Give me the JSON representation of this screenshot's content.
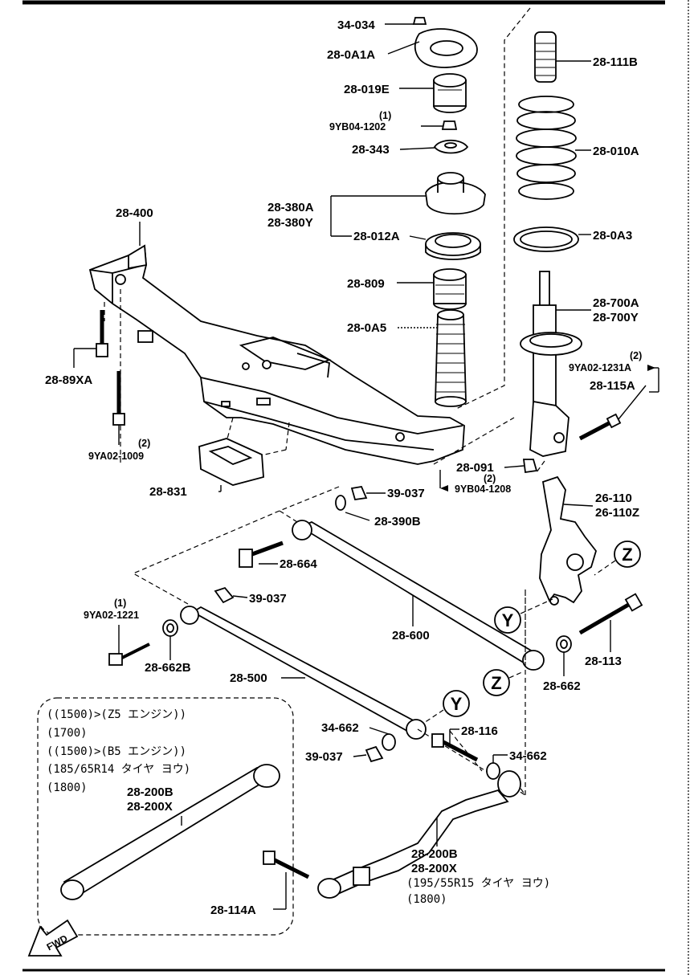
{
  "labels": {
    "p34_034": "34-034",
    "p28_0A1A": "28-0A1A",
    "p28_019E": "28-019E",
    "p9YB04_1202_qty": "(1)",
    "p9YB04_1202": "9YB04-1202",
    "p28_343": "28-343",
    "p28_380A": "28-380A",
    "p28_380Y": "28-380Y",
    "p28_012A": "28-012A",
    "p28_809": "28-809",
    "p28_0A5": "28-0A5",
    "p28_111B": "28-111B",
    "p28_010A": "28-010A",
    "p28_0A3": "28-0A3",
    "p28_700A": "28-700A",
    "p28_700Y": "28-700Y",
    "p9YA02_1231A_qty": "(2)",
    "p9YA02_1231A": "9YA02-1231A",
    "p28_115A": "28-115A",
    "p28_400": "28-400",
    "p28_89XA": "28-89XA",
    "p9YA02_1009_qty": "(2)",
    "p9YA02_1009": "9YA02-1009",
    "p28_831": "28-831",
    "p28_091": "28-091",
    "p9YB04_1208_qty": "(2)",
    "p9YB04_1208": "9YB04-1208",
    "p39_037a": "39-037",
    "p28_390B": "28-390B",
    "p26_110": "26-110",
    "p26_110Z": "26-110Z",
    "p28_664": "28-664",
    "p39_037b": "39-037",
    "p9YA02_1221_qty": "(1)",
    "p9YA02_1221": "9YA02-1221",
    "p28_600": "28-600",
    "p28_113": "28-113",
    "p28_662B": "28-662B",
    "p28_500": "28-500",
    "p28_662": "28-662",
    "p34_662a": "34-662",
    "p28_116": "28-116",
    "p39_037c": "39-037",
    "p34_662b": "34-662",
    "p28_200B_a": "28-200B",
    "p28_200X_a": "28-200X",
    "p28_200B_b": "28-200B",
    "p28_200X_b": "28-200X",
    "p28_114A": "28-114A"
  },
  "callouts": {
    "z1": "Z",
    "z2": "Z",
    "y1": "Y",
    "y2": "Y"
  },
  "notes": {
    "box_line1": "((1500)>(Z5 エンジン))",
    "box_line2": "(1700)",
    "box_line3": "((1500)>(B5 エンジン))",
    "box_line4": "(185/65R14 タイヤ ヨウ)",
    "box_line5": "(1800)",
    "lower_line1": "(195/55R15 タイヤ ヨウ)",
    "lower_line2": "(1800)"
  },
  "fwd_label": "FWD"
}
